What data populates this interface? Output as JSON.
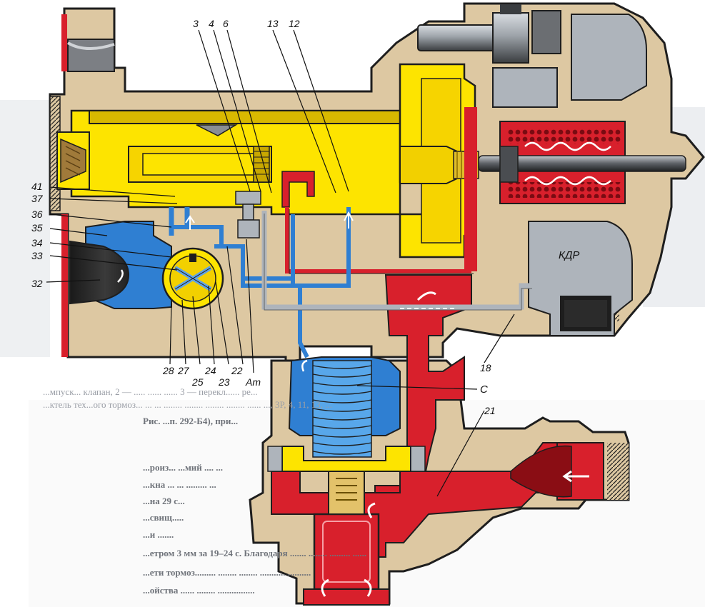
{
  "labels": {
    "l3": "3",
    "l4": "4",
    "l6": "6",
    "l13": "13",
    "l12": "12",
    "l41": "41",
    "l37": "37",
    "l36": "36",
    "l35": "35",
    "l34": "34",
    "l33": "33",
    "l32": "32",
    "l28": "28",
    "l27": "27",
    "l25": "25",
    "l24": "24",
    "l23": "23",
    "l22": "22",
    "lAt": "Ат",
    "l18": "18",
    "lC": "С",
    "l21": "21",
    "kdr": "КДР"
  },
  "background_text": {
    "caption_line1": "...мпуск... клапан, 2 — ..... ...... ...... 3 — перекл...... ре...",
    "caption_line2": "...ктель тех...ого тормоз... ... ... ........ ........ ........ ........ ...... ..., 3P, 4, 11, 13, ...",
    "caption_line3": "Рис.                                         ...п. 292-Б4), при...",
    "body_1": "...роиз...               ...мий .... ...",
    "body_2": "...кна ...          ...    .........   ...",
    "body_3": "...на 29 с...",
    "body_4": "...свищ.....",
    "body_5": "...и .......",
    "body_6": "...етром 3 мм за 19–24 с. Благодаря ....... ........ ......... ......",
    "body_7": "...ети тормоз......... ........ ........ ........... ..........",
    "body_8": "...ойства ...... ........ ................"
  },
  "colors": {
    "body": "#ddc8a2",
    "outline": "#1e1e1e",
    "yellow": "#fde400",
    "yellow_dark": "#c9a800",
    "red": "#d8202c",
    "red_dark": "#8a0d14",
    "blue": "#2f7fd2",
    "blue_light": "#58a7ea",
    "grey": "#aeb4bb",
    "grey_dark": "#5f6266",
    "black": "#1a1a1a"
  }
}
